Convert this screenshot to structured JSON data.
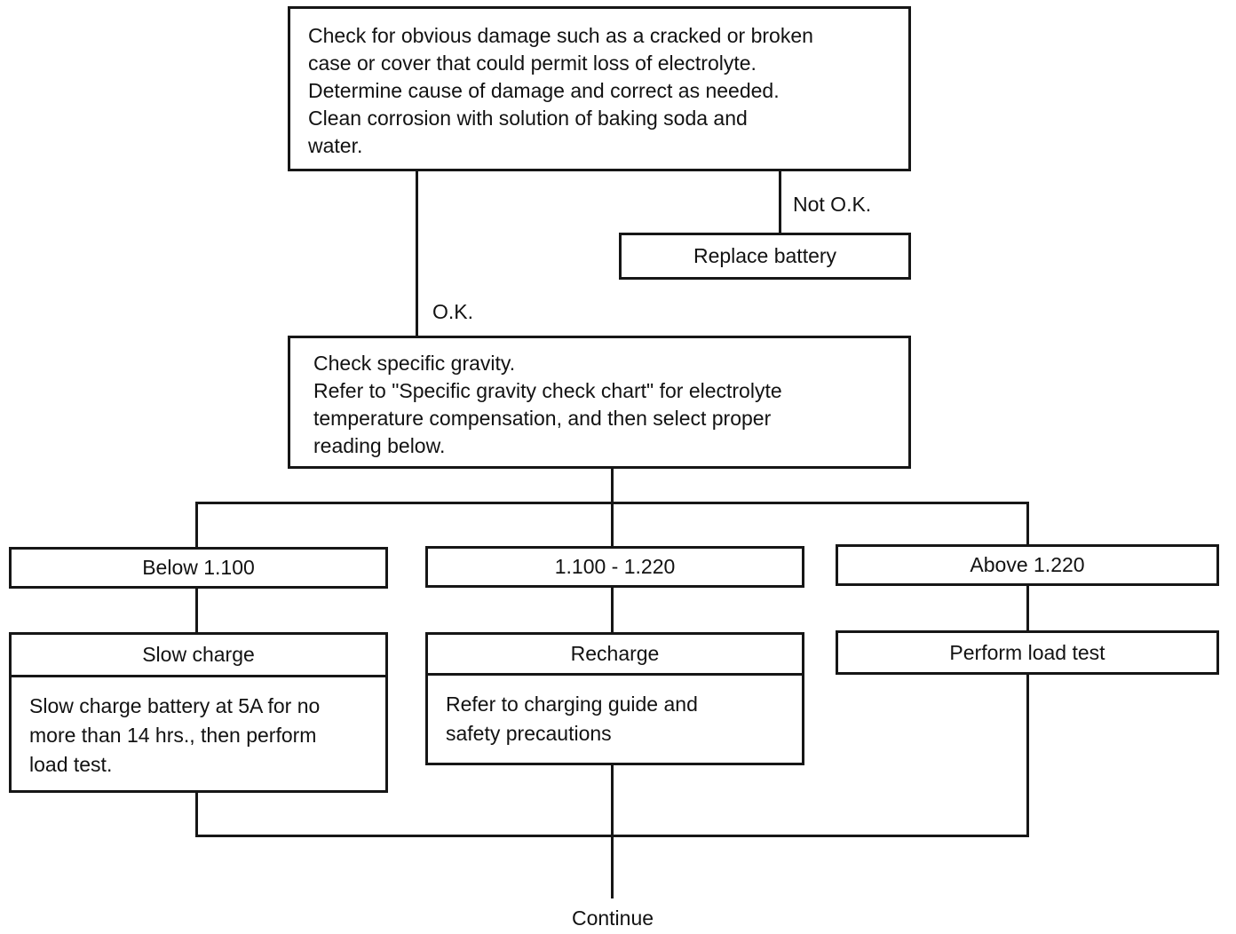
{
  "diagram": {
    "nodes": {
      "damage_check": {
        "text": "Check for obvious damage such as a cracked or broken\ncase or cover that could permit loss of electrolyte.\nDetermine cause of damage and correct as needed.\nClean corrosion with solution of baking soda and\nwater."
      },
      "replace_battery": {
        "label": "Replace battery"
      },
      "gravity_check": {
        "text": "Check specific gravity.\nRefer to \"Specific gravity check chart\" for electrolyte\ntemperature compensation, and then select proper\nreading below."
      },
      "below_1100": {
        "label": "Below 1.100"
      },
      "range_1100_1220": {
        "label": "1.100 - 1.220"
      },
      "above_1220": {
        "label": "Above 1.220"
      },
      "slow_charge": {
        "title": "Slow charge",
        "body": "Slow charge battery at 5A for no\nmore than 14 hrs., then perform\nload test."
      },
      "recharge": {
        "title": "Recharge",
        "body": "Refer to charging guide and\nsafety precautions"
      },
      "load_test": {
        "label": "Perform load test"
      }
    },
    "edge_labels": {
      "not_ok": "Not O.K.",
      "ok": "O.K.",
      "continue": "Continue"
    },
    "colors": {
      "line": "#161616",
      "background": "#ffffff",
      "text": "#121212"
    }
  }
}
